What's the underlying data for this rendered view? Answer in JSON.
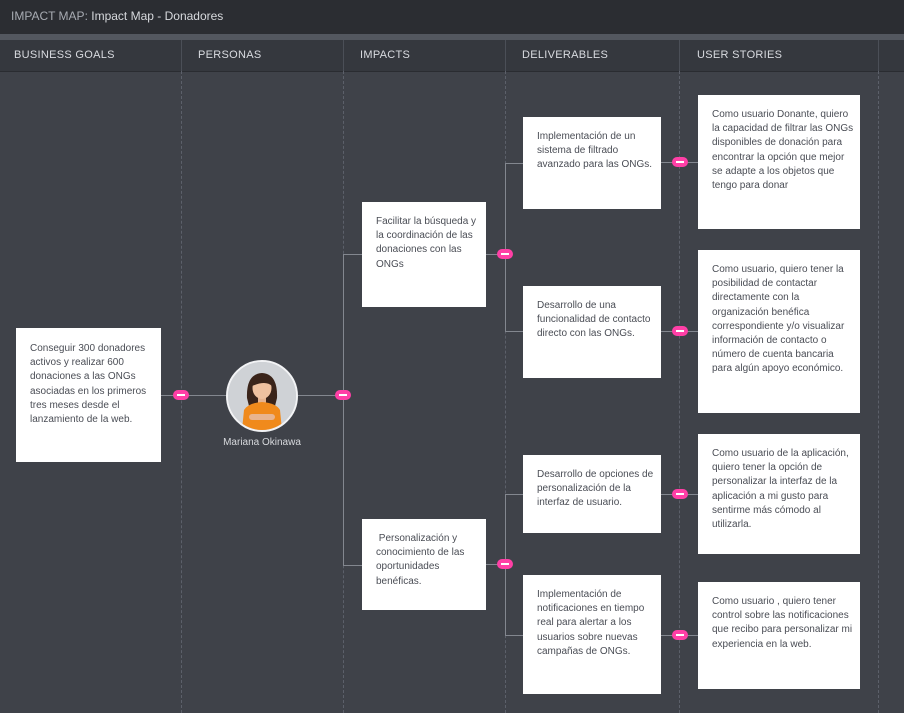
{
  "app": {
    "prefix": "IMPACT MAP:",
    "title": "Impact Map - Donadores"
  },
  "columns": [
    "BUSINESS GOALS",
    "PERSONAS",
    "IMPACTS",
    "DELIVERABLES",
    "USER STORIES"
  ],
  "business_goal": "Conseguir 300 donadores activos y realizar 600 donaciones a las ONGs asociadas en los primeros tres meses desde el lanzamiento de la web.",
  "persona": {
    "name": "Mariana Okinawa",
    "avatar_icon": "person-avatar-icon"
  },
  "impacts": [
    "Facilitar la búsqueda y la coordinación de las donaciones con las ONGs",
    " Personalización y conocimiento de las oportunidades benéficas."
  ],
  "deliverables": [
    "Implementación de un sistema de filtrado avanzado para las ONGs.",
    "Desarrollo de una funcionalidad de contacto directo con las ONGs.",
    "Desarrollo de opciones de personalización de la interfaz de usuario.",
    "Implementación de notificaciones en tiempo real para alertar a los usuarios sobre nuevas campañas de ONGs."
  ],
  "user_stories": [
    "Como usuario Donante, quiero la capacidad de filtrar las ONGs disponibles de donación para encontrar la opción que mejor se adapte a los objetos que tengo para donar",
    "Como usuario, quiero tener la posibilidad de contactar directamente con la organización benéfica correspondiente y/o visualizar información de contacto o número de cuenta bancaria para algún apoyo económico.",
    "Como usuario de la aplicación, quiero tener la opción de personalizar la interfaz de la aplicación a mi gusto para sentirme más cómodo al utilizarla.",
    "Como usuario , quiero tener control sobre las notificaciones que recibo para personalizar mi experiencia en la web."
  ],
  "colors": {
    "accent": "#ff3fa6",
    "background": "#3f4249",
    "card": "#ffffff"
  }
}
